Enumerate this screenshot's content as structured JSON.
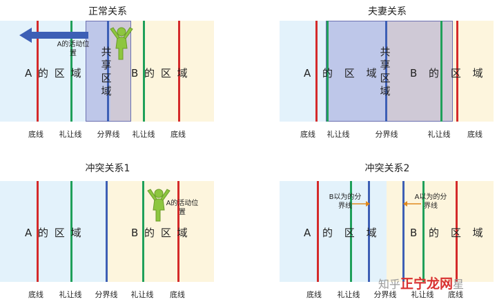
{
  "diagrams": {
    "normal": {
      "title": "正常关系",
      "region_a": "A 的 区 域",
      "region_b": "B 的 区 域",
      "shared": "共享区域",
      "a_note": "A的活动位置",
      "labels": [
        "底线",
        "礼让线",
        "分界线",
        "礼让线",
        "底线"
      ]
    },
    "couple": {
      "title": "夫妻关系",
      "region_a": "A 的 区 域",
      "region_b": "B 的 区 域",
      "shared": "共享区域",
      "labels": [
        "底线",
        "礼让线",
        "分界线",
        "礼让线",
        "底线"
      ]
    },
    "conflict1": {
      "title": "冲突关系1",
      "region_a": "A 的 区 域",
      "region_b": "B 的 区 域",
      "a_note": "A的活动位置",
      "labels": [
        "底线",
        "礼让线",
        "分界线",
        "礼让线",
        "底线"
      ]
    },
    "conflict2": {
      "title": "冲突关系2",
      "region_a": "A 的 区 域",
      "region_b": "B 的 区 域",
      "b_note": "B以为的分界线",
      "a_note": "A以为的分界线",
      "labels": [
        "底线",
        "礼让线",
        "分界线",
        "礼让线",
        "底线"
      ]
    }
  },
  "watermark": {
    "prefix": "知乎",
    "accent": "正宁龙网",
    "suffix": "星"
  },
  "colors": {
    "zone_a": "#e3f2fb",
    "zone_b": "#fdf5dd",
    "red_line": "#d42a2a",
    "green_line": "#1fa05a",
    "blue_line": "#3d5fb5",
    "shared_fill": "#7878c8",
    "figure": "#8dc63f"
  }
}
